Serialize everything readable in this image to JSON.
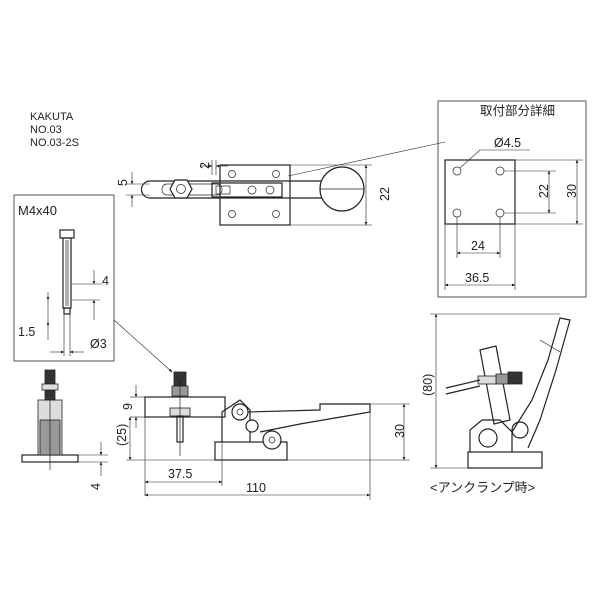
{
  "brand_block": {
    "maker": "KAKUTA",
    "model_1": "NO.03",
    "model_2": "NO.03-2S"
  },
  "top_view": {
    "dim_2": "2",
    "dim_5": "5",
    "dim_22": "22"
  },
  "detail_box": {
    "title": "取付部分詳細",
    "hole_diameter": "Ø4.5",
    "dim_22": "22",
    "dim_30": "30",
    "dim_24": "24",
    "dim_36_5": "36.5"
  },
  "bolt_detail": {
    "thread_spec": "M4x40",
    "dim_4": "4",
    "dim_1_5": "1.5",
    "dim_dia3": "Ø3"
  },
  "front_view": {
    "dim_9": "9",
    "dim_25": "(25)",
    "dim_30": "30",
    "dim_37_5": "37.5",
    "dim_110": "110"
  },
  "side_view": {
    "dim_4": "4"
  },
  "unclamp_view": {
    "dim_80": "(80)",
    "caption": "<アンクランプ時>"
  }
}
